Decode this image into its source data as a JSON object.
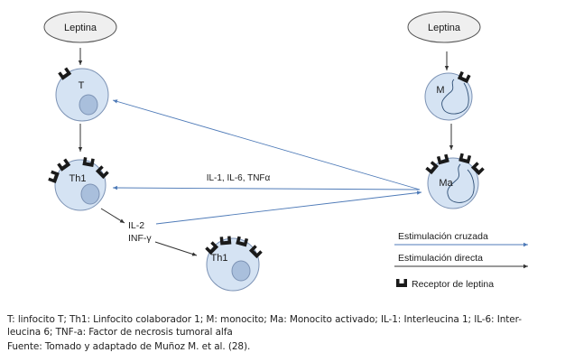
{
  "figure": {
    "nodes": {
      "leptina_left": "Leptina",
      "leptina_right": "Leptina",
      "cell_t": "T",
      "cell_th1_top": "Th1",
      "cell_th1_bottom": "Th1",
      "cell_m": "M",
      "cell_ma": "Ma"
    },
    "labels": {
      "cytokines_ma": "IL-1, IL-6, TNFα",
      "il2": "IL-2",
      "infg": "INF-γ"
    },
    "legend": {
      "cross": "Estimulación cruzada",
      "direct": "Estimulación directa",
      "receptor": "Receptor de leptina"
    },
    "colors": {
      "cell_fill": "#d5e3f3",
      "cell_stroke": "#7d93b5",
      "nucleus_fill": "#a9bfdc",
      "cross_arrow": "#4f7bb8",
      "direct_arrow": "#333333",
      "receptor": "#1a1a1a",
      "leptin_fill": "#efefef"
    }
  },
  "caption": {
    "line1": "T: linfocito T; Th1: Linfocito colaborador 1; M: monocito; Ma: Monocito activado; IL-1: Interleucina 1; IL-6: Inter-",
    "line2": "leucina 6; TNF-a: Factor de necrosis tumoral alfa",
    "line3": "Fuente: Tomado y adaptado de Muñoz M. et al. (28)."
  }
}
